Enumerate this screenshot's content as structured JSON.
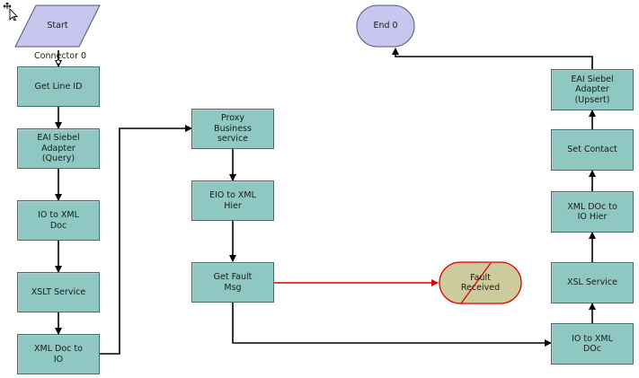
{
  "diagram": {
    "start": "Start",
    "connector_label": "Connector 0",
    "end": "End 0",
    "steps": {
      "get_line_id": "Get Line ID",
      "eai_query": "EAI Siebel\nAdapter\n(Query)",
      "io_to_xml_doc": "IO to XML\nDoc",
      "xslt_service": "XSLT Service",
      "xml_doc_to_io": "XML Doc to\nIO",
      "proxy_business_service": "Proxy\nBusiness\nservice",
      "eio_to_xml_hier": "EIO to XML\nHier",
      "get_fault_msg": "Get Fault\nMsg",
      "fault_received": "Fault\nReceived",
      "io_to_xml_doc_2": "IO to XML\nDOc",
      "xsl_service": "XSL Service",
      "xml_doc_to_io_hier": "XML DOc to\nIO Hier",
      "set_contact": "Set Contact",
      "eai_upsert": "EAI Siebel\nAdapter\n(Upsert)"
    },
    "colors": {
      "step_fill": "#8fc7c3",
      "start_fill": "#c6c6ef",
      "end_fill": "#c6c6ef",
      "fault_fill": "#cdcb9c",
      "error_line": "#dd0000",
      "normal_line": "#000000"
    }
  }
}
